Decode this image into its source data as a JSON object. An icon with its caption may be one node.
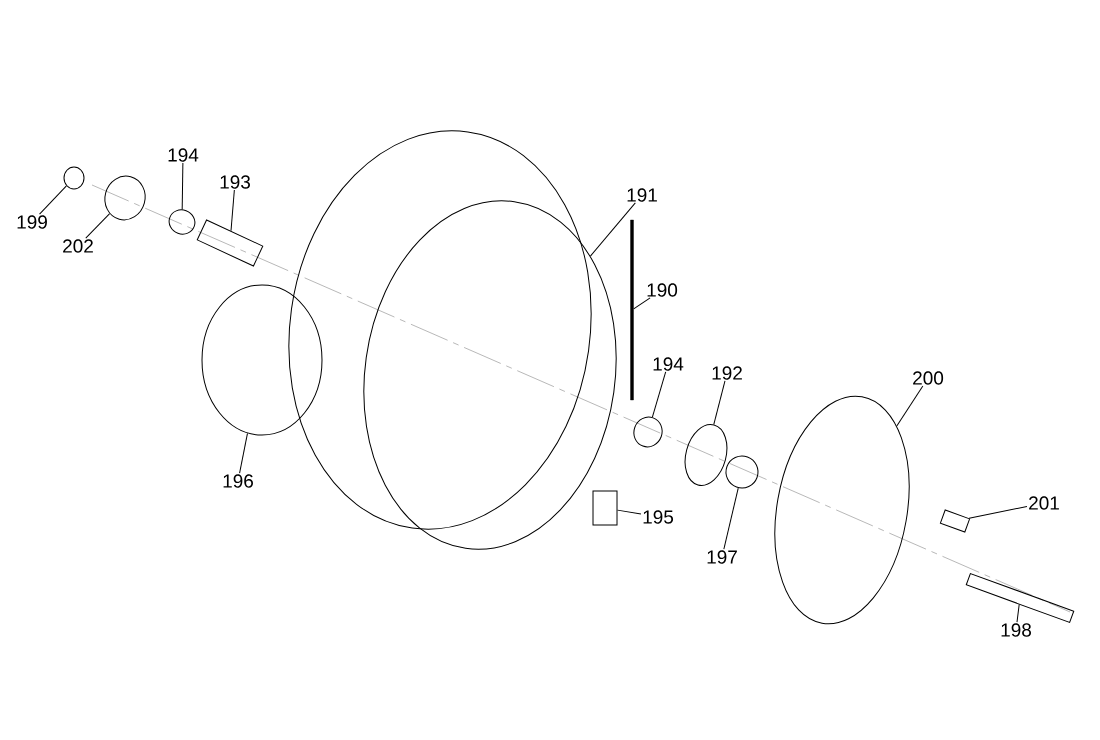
{
  "diagram": {
    "nodes": [
      {
        "text": [
          "194"
        ]
      },
      {
        "text": [
          "193"
        ]
      },
      {
        "text": [
          "191"
        ]
      },
      {
        "text": [
          "199"
        ]
      },
      {
        "text": [
          "202"
        ]
      },
      {
        "text": [
          "190"
        ]
      },
      {
        "text": [
          "194"
        ]
      },
      {
        "text": [
          "192"
        ]
      },
      {
        "text": [
          "200"
        ]
      },
      {
        "text": [
          "196"
        ]
      },
      {
        "text": [
          "195"
        ]
      },
      {
        "text": [
          "201"
        ]
      },
      {
        "text": [
          "197"
        ]
      },
      {
        "text": [
          "198"
        ]
      },
      {
        "text": [],
        "shape": "circle"
      },
      {
        "text": [],
        "shape": "box"
      },
      {
        "text": [],
        "shape": "picture"
      },
      {
        "text": [],
        "shape": "circle"
      },
      {
        "text": [],
        "shape": "circle"
      },
      {
        "text": [],
        "shape": "bar"
      },
      {
        "text": [],
        "shape": "circle"
      },
      {
        "text": [],
        "shape": "circle"
      },
      {
        "text": [],
        "shape": "circle"
      },
      {
        "text": [],
        "shape": "circle"
      },
      {
        "text": [],
        "shape": "box"
      },
      {
        "text": [],
        "shape": "box"
      },
      {
        "text": [],
        "shape": "circle"
      },
      {
        "text": [],
        "shape": "box"
      }
    ],
    "edges": [
      {
        "from": 0,
        "to": 14,
        "arrow": "none"
      },
      {
        "from": 1,
        "to": 15,
        "arrow": "none"
      },
      {
        "from": 2,
        "to": 16,
        "arrow": "none"
      },
      {
        "from": 3,
        "to": 17,
        "arrow": "none"
      },
      {
        "from": 4,
        "to": 18,
        "arrow": "none"
      },
      {
        "from": 5,
        "to": 19,
        "arrow": "none"
      },
      {
        "from": 6,
        "to": 20,
        "arrow": "none"
      },
      {
        "from": 7,
        "to": 21,
        "arrow": "none"
      },
      {
        "from": 8,
        "to": 22,
        "arrow": "none"
      },
      {
        "from": 9,
        "to": 23,
        "arrow": "none"
      },
      {
        "from": 10,
        "to": 24,
        "arrow": "none"
      },
      {
        "from": 11,
        "to": 25,
        "arrow": "none"
      },
      {
        "from": 12,
        "to": 26,
        "arrow": "none"
      },
      {
        "from": 13,
        "to": 27,
        "arrow": "none"
      }
    ]
  }
}
